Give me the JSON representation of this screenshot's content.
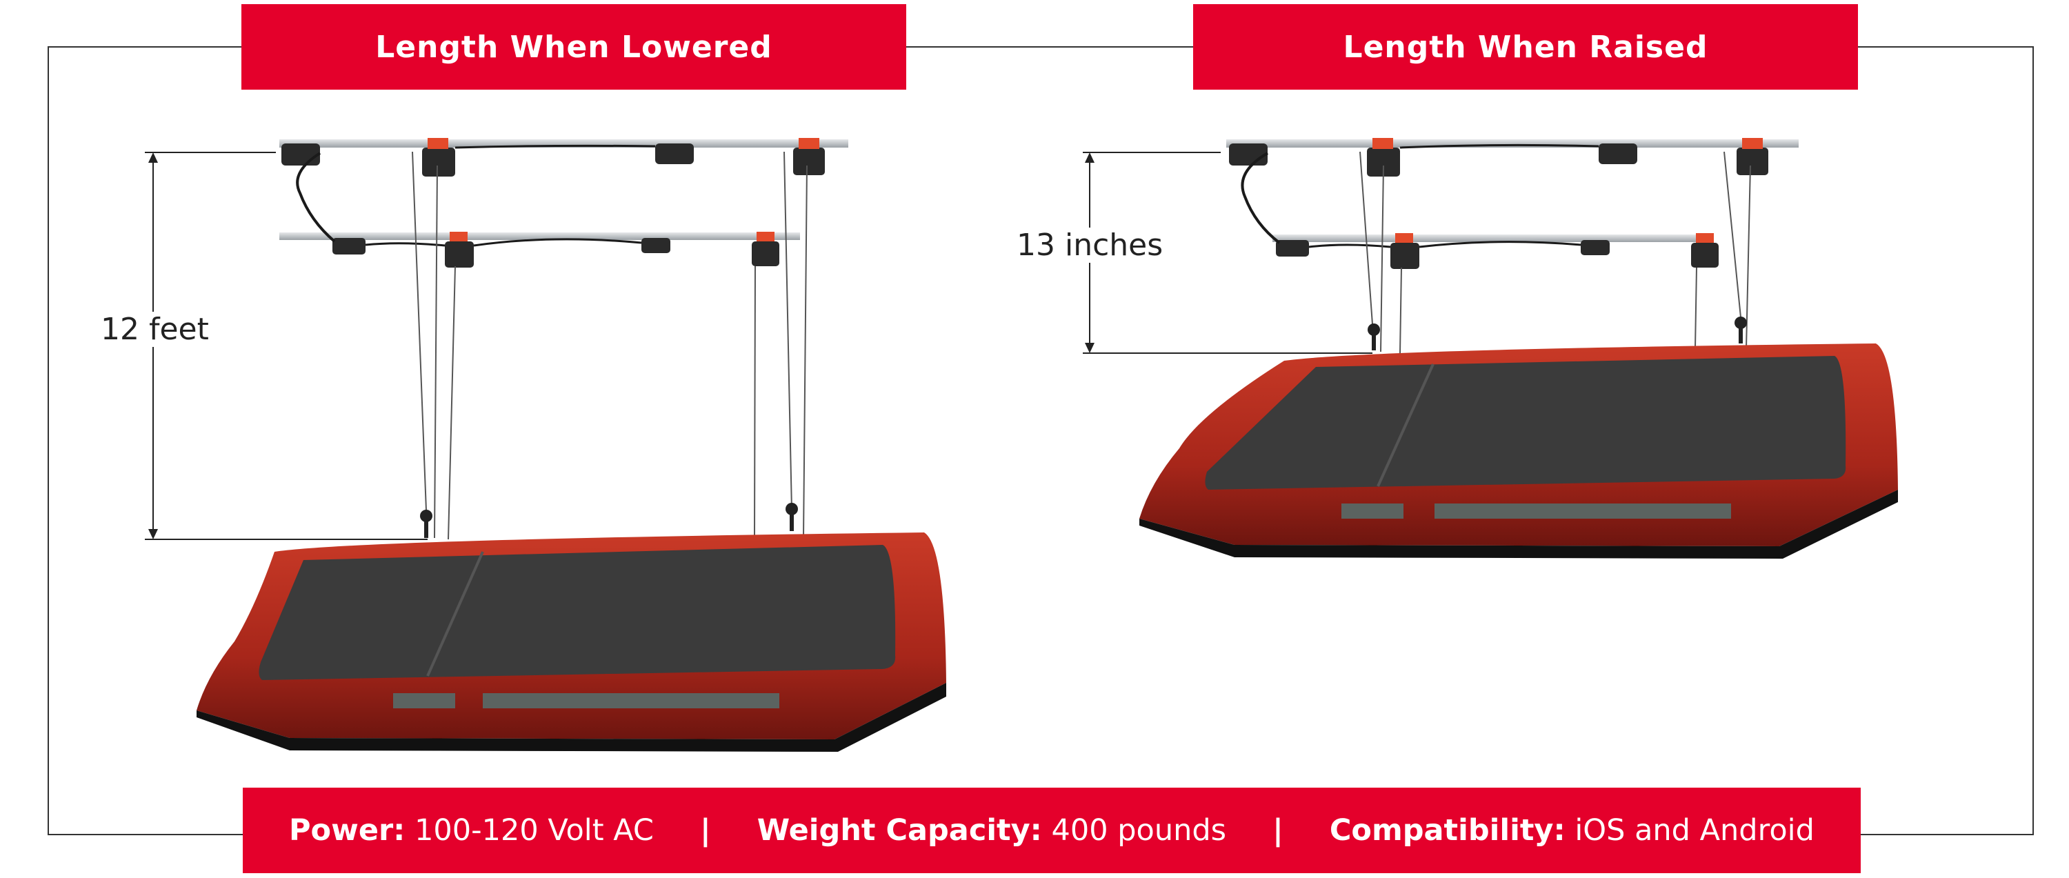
{
  "headers": {
    "lowered": "Length When Lowered",
    "raised": "Length When Raised"
  },
  "dimensions": {
    "lowered": "12 feet",
    "raised": "13 inches"
  },
  "specs": [
    {
      "label": "Power:",
      "value": "100-120 Volt AC"
    },
    {
      "label": "Weight Capacity:",
      "value": "400 pounds"
    },
    {
      "label": "Compatibility:",
      "value": " iOS and Android"
    }
  ],
  "separator": "|",
  "colors": {
    "accent": "#e4002b",
    "shell": "#b8301f",
    "window": "#3a3a3a",
    "rail": "#c9cdd0"
  },
  "icons": [
    "motor-unit-icon",
    "pulley-hook-icon",
    "truck-cap-shell"
  ]
}
